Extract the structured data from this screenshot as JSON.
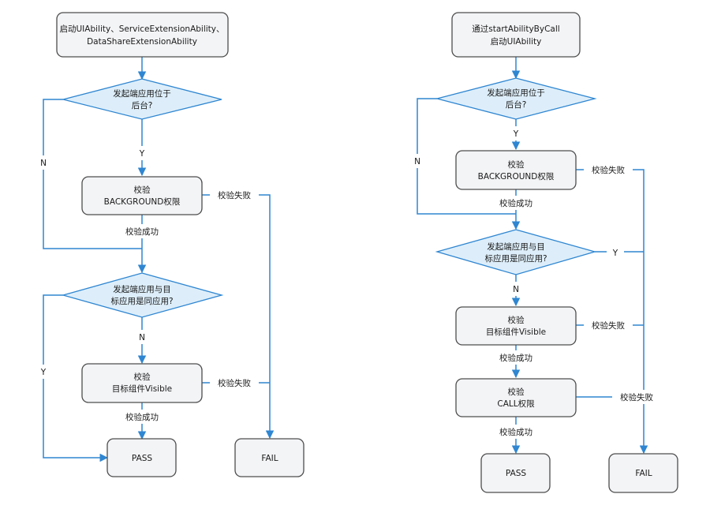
{
  "colors": {
    "edge": "#2f86d1",
    "diamond_fill": "#ddeefa",
    "box_fill": "#f3f4f6",
    "box_stroke": "#4d4d4d"
  },
  "left": {
    "start": [
      "启动UIAbility、ServiceExtensionAbility、",
      "DataShareExtensionAbility"
    ],
    "d1": [
      "发起端应用位于",
      "后台?"
    ],
    "check_bg": [
      "校验",
      "BACKGROUND权限"
    ],
    "d2": [
      "发起端应用与目",
      "标应用是同应用?"
    ],
    "check_vis": [
      "校验",
      "目标组件Visible"
    ],
    "pass": "PASS",
    "fail": "FAIL",
    "labels": {
      "y1": "Y",
      "n1": "N",
      "fail1": "校验失败",
      "ok1": "校验成功",
      "n2": "N",
      "y2": "Y",
      "fail2": "校验失败",
      "ok2": "校验成功"
    }
  },
  "right": {
    "start": [
      "通过startAbilityByCall",
      "启动UIAbility"
    ],
    "d1": [
      "发起端应用位于",
      "后台?"
    ],
    "check_bg": [
      "校验",
      "BACKGROUND权限"
    ],
    "d2": [
      "发起端应用与目",
      "标应用是同应用?"
    ],
    "check_vis": [
      "校验",
      "目标组件Visible"
    ],
    "check_call": [
      "校验",
      "CALL权限"
    ],
    "pass": "PASS",
    "fail": "FAIL",
    "labels": {
      "y1": "Y",
      "n1": "N",
      "fail1": "校验失败",
      "ok1": "校验成功",
      "y2": "Y",
      "n2": "N",
      "fail2": "校验失败",
      "ok2": "校验成功",
      "fail3": "校验失败",
      "ok3": "校验成功"
    }
  }
}
